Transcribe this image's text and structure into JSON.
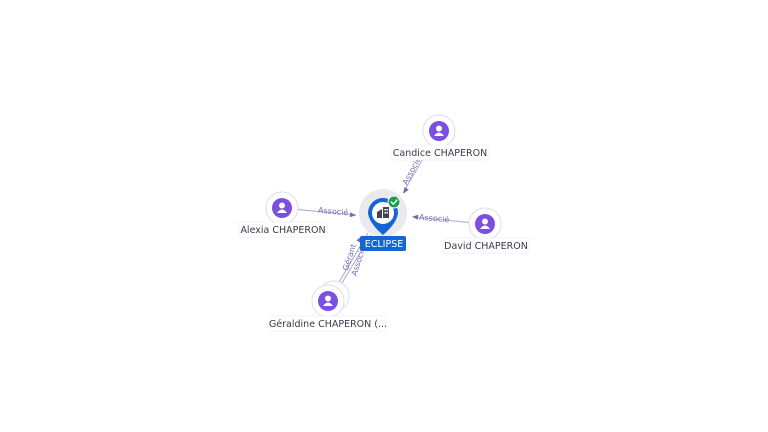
{
  "graph": {
    "company": {
      "name": "ECLIPSE",
      "status": "verified"
    },
    "persons": [
      {
        "id": "candice",
        "name": "Candice CHAPERON"
      },
      {
        "id": "alexia",
        "name": "Alexia CHAPERON"
      },
      {
        "id": "david",
        "name": "David CHAPERON"
      },
      {
        "id": "geraldine",
        "name": "Géraldine CHAPERON (..."
      }
    ],
    "edges": [
      {
        "from": "candice",
        "label": "Associé"
      },
      {
        "from": "alexia",
        "label": "Associé"
      },
      {
        "from": "david",
        "label": "Associé"
      },
      {
        "from": "geraldine",
        "label": "Gérant"
      },
      {
        "from": "geraldine",
        "label": "Associé"
      }
    ],
    "colors": {
      "person": "#7b4fe0",
      "company": "#1565d8",
      "check": "#1e9e4a",
      "edge": "#a9a9c9",
      "edge_label": "#7070b8"
    },
    "icons": {
      "person": "person-icon",
      "company": "building-icon",
      "check": "check-icon"
    }
  }
}
